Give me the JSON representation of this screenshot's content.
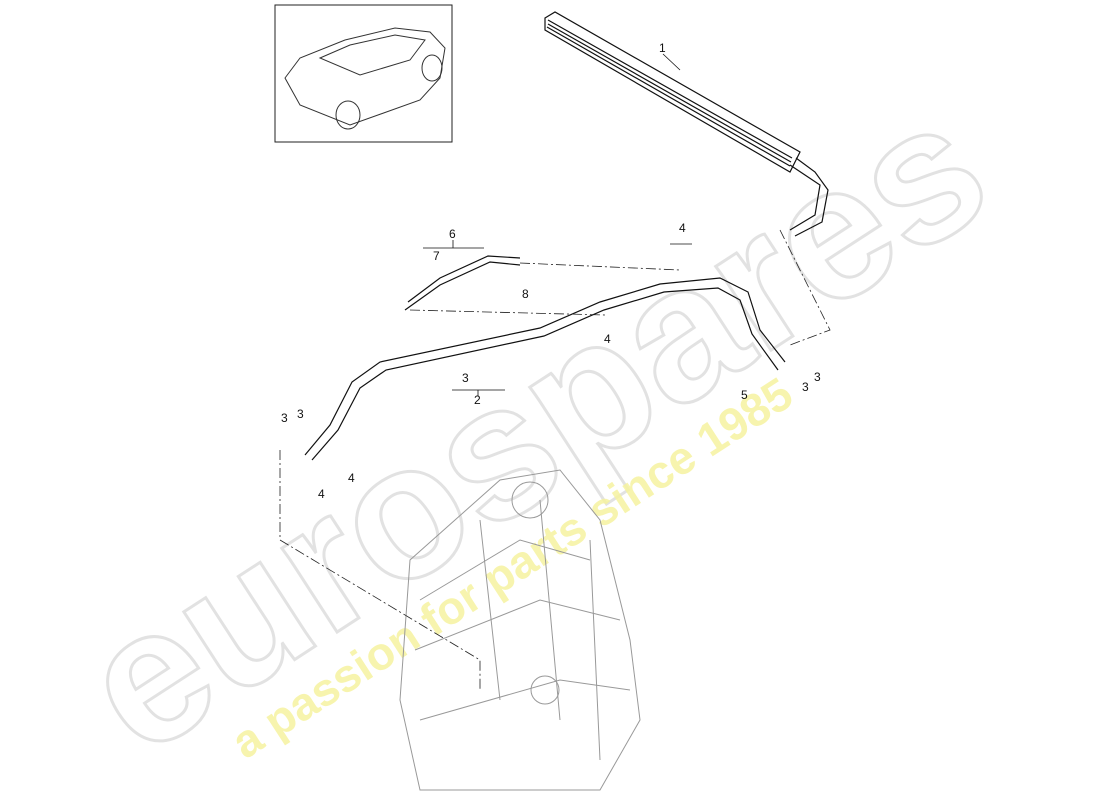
{
  "watermark": {
    "brand": "eurospares",
    "tagline": "a passion for parts since 1985",
    "brand_color": "#d8d8d8",
    "tagline_color": "#f3f08a"
  },
  "thumbnail": {
    "icon": "car-thumbnail-icon"
  },
  "callouts": [
    {
      "id": "c1",
      "text": "1"
    },
    {
      "id": "c6",
      "text": "6"
    },
    {
      "id": "c7",
      "text": "7"
    },
    {
      "id": "c8",
      "text": "8"
    },
    {
      "id": "c4a",
      "text": "4"
    },
    {
      "id": "c4b",
      "text": "4"
    },
    {
      "id": "c3a",
      "text": "3"
    },
    {
      "id": "c2",
      "text": "2"
    },
    {
      "id": "c3b",
      "text": "3"
    },
    {
      "id": "c3c",
      "text": "3"
    },
    {
      "id": "c4c",
      "text": "4"
    },
    {
      "id": "c4d",
      "text": "4"
    },
    {
      "id": "c5",
      "text": "5"
    },
    {
      "id": "c3d",
      "text": "3"
    },
    {
      "id": "c3e",
      "text": "3"
    }
  ]
}
